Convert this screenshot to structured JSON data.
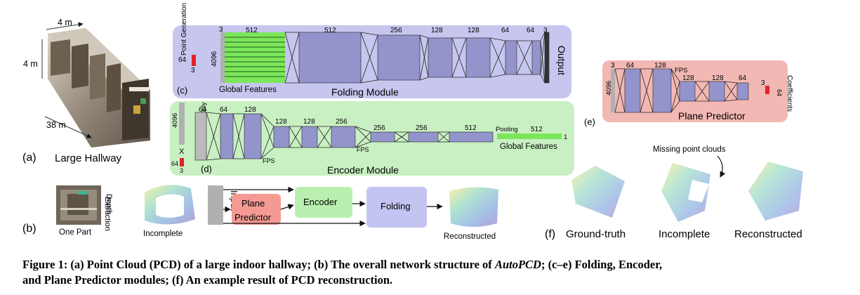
{
  "panel_a": {
    "dim_top": "4 m",
    "dim_side": "4 m",
    "dim_length": "38 m",
    "tag": "(a)",
    "title": "Large Hallway"
  },
  "panel_b": {
    "tag": "(b)",
    "one_part": "One Part",
    "depth": "Depth",
    "extraction": "Extraction",
    "incomplete": "Incomplete",
    "input": "Input",
    "plane": "Plane",
    "predictor": "Predictor",
    "encoder": "Encoder",
    "folding": "Folding",
    "reconstructed": "Reconstructed"
  },
  "panel_c": {
    "tag": "(c)",
    "title": "Folding Module",
    "output": "Output",
    "point_generation": "Point Generation",
    "n4096": "4096",
    "in_rows": "64",
    "in_cols": "3",
    "dim3": "3",
    "global_features": "Global Features",
    "layer_dims": [
      "512",
      "512",
      "256",
      "128",
      "128",
      "64",
      "64",
      "3"
    ]
  },
  "panel_d": {
    "tag": "(d)",
    "title": "Encoder Module",
    "matrix_multiply": "Matrix Multiply",
    "n4096": "4096",
    "x": "X",
    "in_rows": "64",
    "in_cols": "3",
    "layer_dims": [
      "64",
      "64",
      "128",
      "128",
      "128",
      "256",
      "256",
      "256",
      "512",
      "512"
    ],
    "fps": "FPS",
    "pooling": "Pooling",
    "one": "1",
    "global_features": "Global Features"
  },
  "panel_e": {
    "tag": "(e)",
    "title": "Plane Predictor",
    "coefficients": "Coefficients",
    "n4096": "4096",
    "n64": "64",
    "layer_dims": [
      "3",
      "64",
      "128",
      "128",
      "128",
      "64",
      "3"
    ],
    "fps": "FPS"
  },
  "panel_f": {
    "tag": "(f)",
    "missing": "Missing point clouds",
    "ground_truth": "Ground-truth",
    "incomplete": "Incomplete",
    "reconstructed": "Reconstructed"
  },
  "caption": {
    "p1": "Figure 1: (a) Point Cloud (PCD) of a large indoor hallway; (b) The overall network structure of ",
    "name": "AutoPCD",
    "p2": "; (c–e) Folding, Encoder,",
    "line2": "and Plane Predictor modules; (f) An example result of PCD reconstruction."
  },
  "colors": {
    "folding_bg": "#c6c6ee",
    "encoder_bg": "#c9f0c3",
    "plane_bg": "#f2b8b4",
    "layer": "#9494cc",
    "green_layer": "#7ce65a",
    "red": "#e02424",
    "gray": "#b0b0b0",
    "plane_box": "#f49a93",
    "encoder_box": "#b9f0b0",
    "folding_box": "#c4c4f2"
  }
}
